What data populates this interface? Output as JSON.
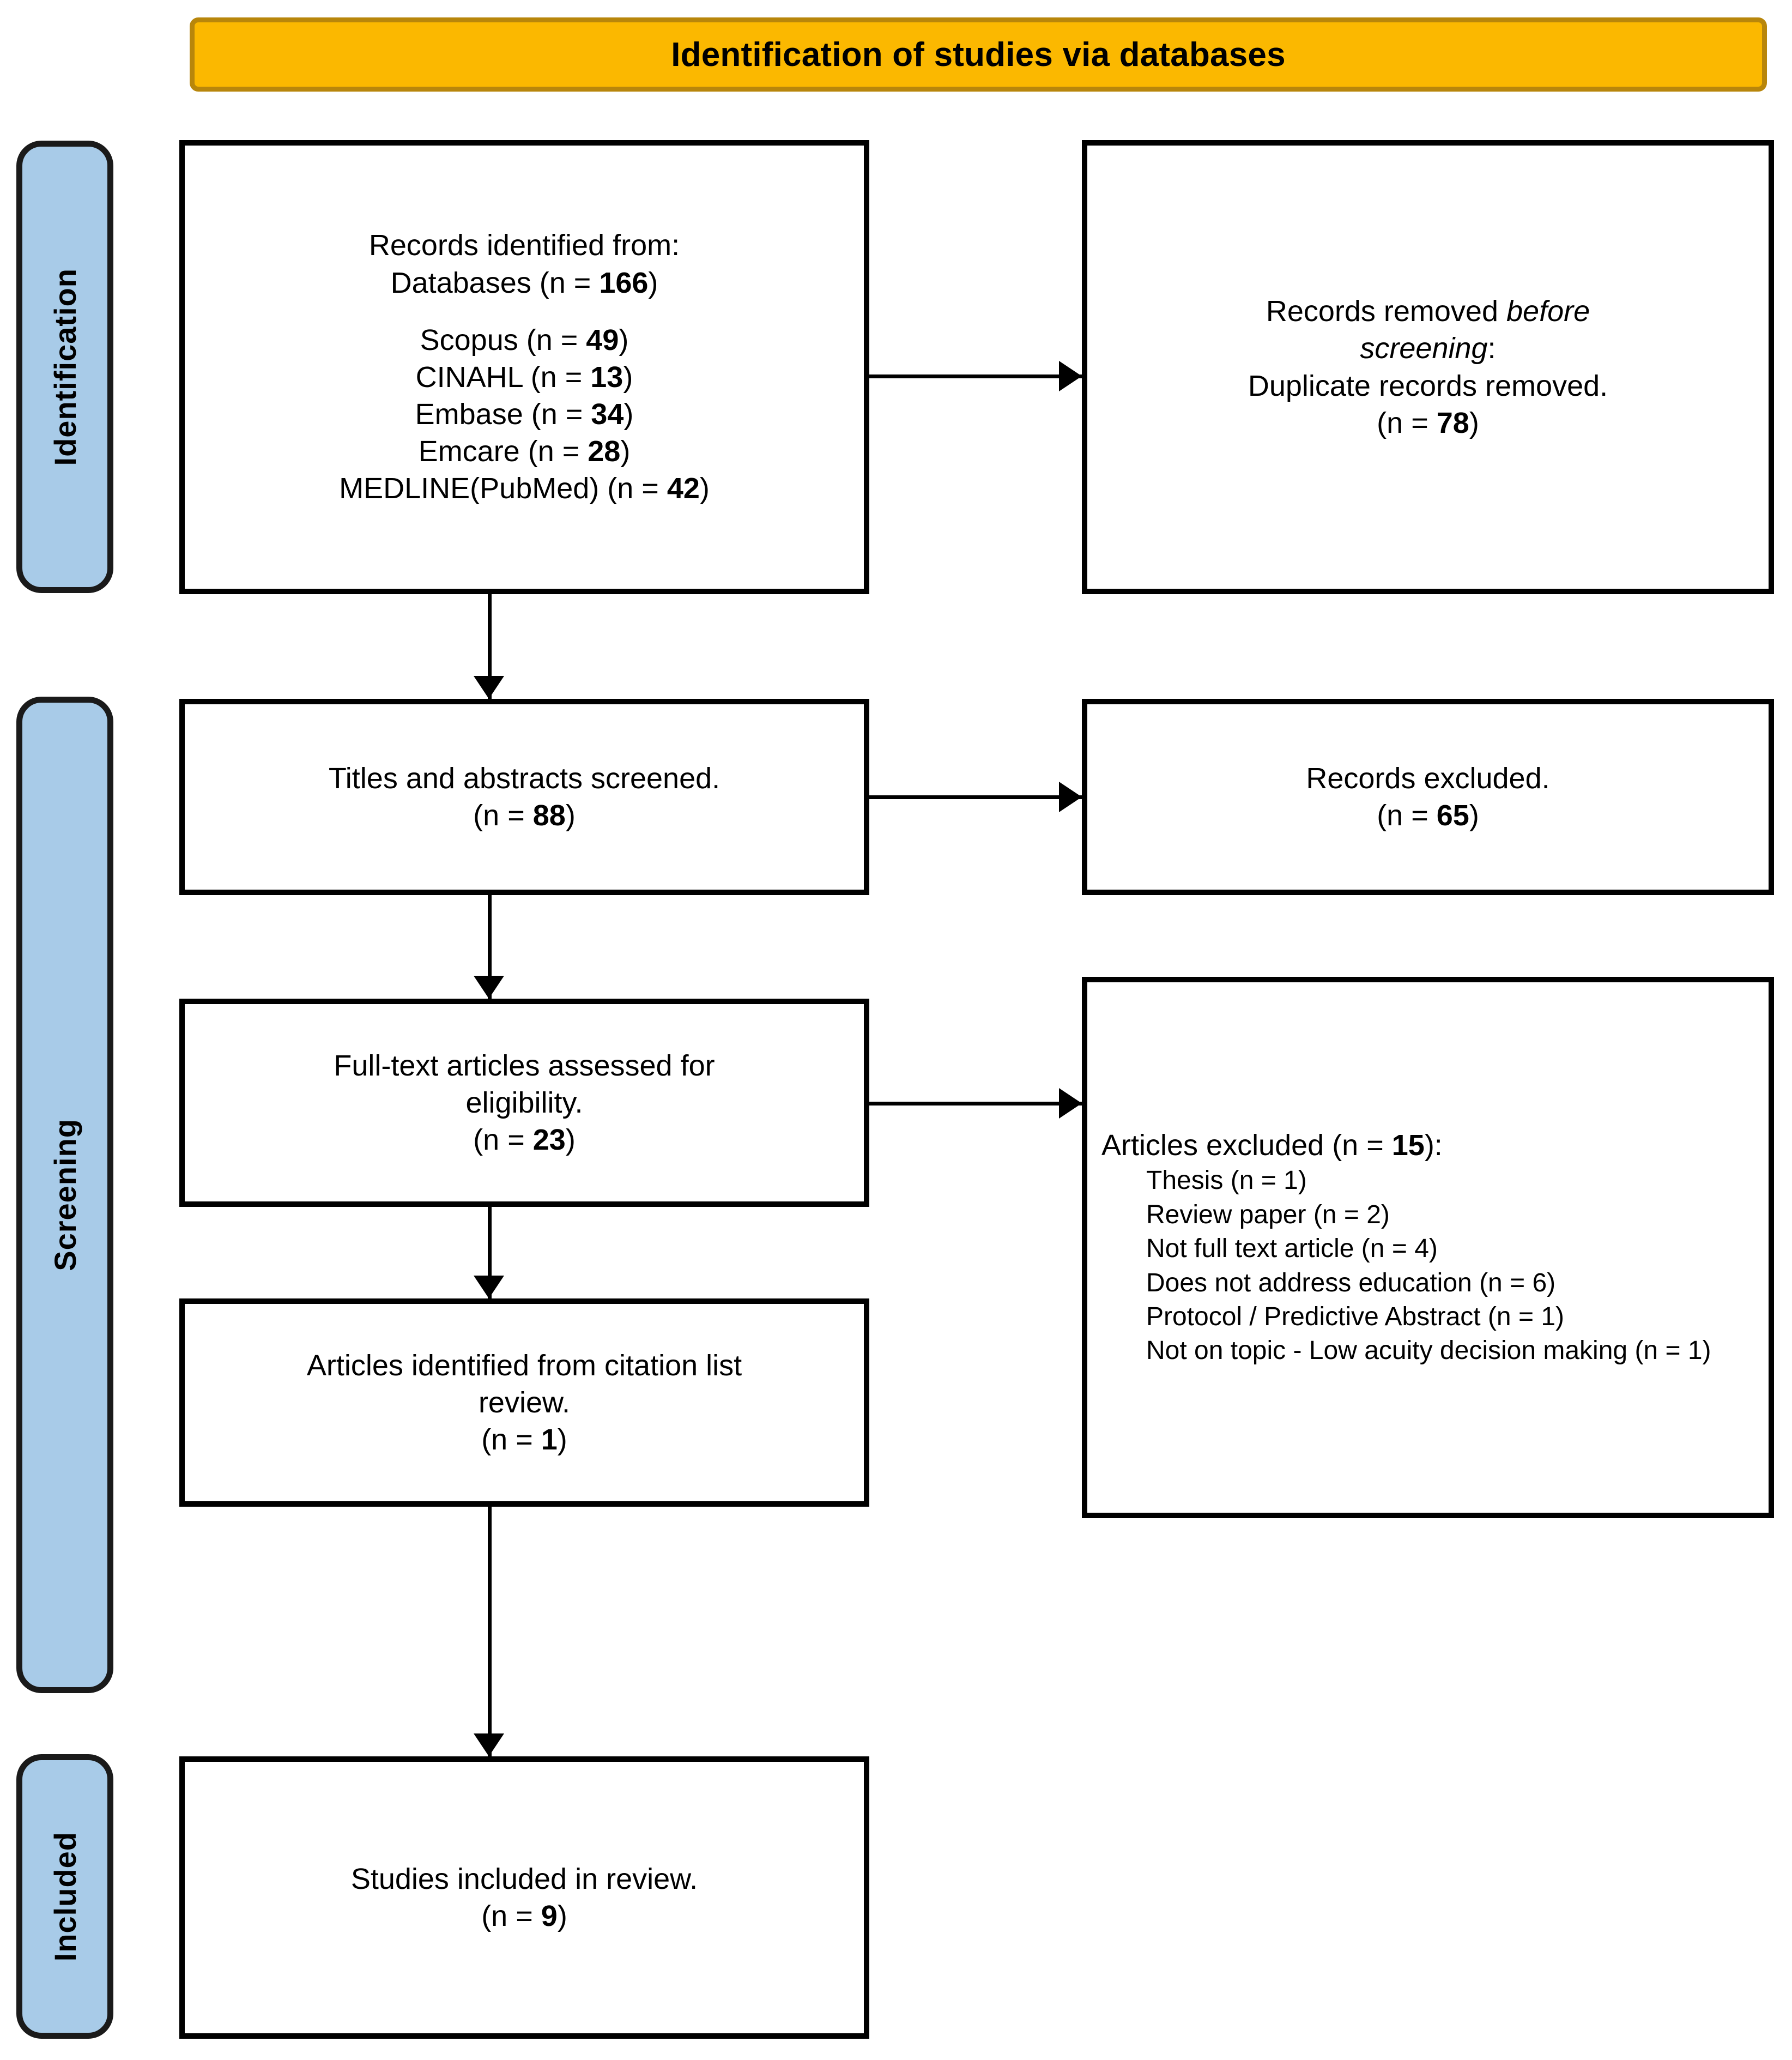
{
  "banner": {
    "title": "Identification of studies via databases"
  },
  "stages": [
    {
      "key": "identification",
      "label": "Identification"
    },
    {
      "key": "screening",
      "label": "Screening"
    },
    {
      "key": "included",
      "label": "Included"
    }
  ],
  "colors": {
    "banner_fill": "#fbb800",
    "banner_border": "#b8860b",
    "stage_fill": "#a8cbe8",
    "stage_border": "#1a1a1a",
    "box_border": "#000000",
    "box_fill": "#ffffff",
    "text": "#000000"
  },
  "boxes": {
    "records_identified": {
      "heading": "Records identified from:",
      "databases_line_prefix": "Databases (n = ",
      "databases_n": "166",
      "databases_line_suffix": ")",
      "sources": [
        {
          "name": "Scopus",
          "prefix": "Scopus (n = ",
          "n": "49",
          "suffix": ")"
        },
        {
          "name": "CINAHL",
          "prefix": "CINAHL (n = ",
          "n": "13",
          "suffix": ")"
        },
        {
          "name": "Embase",
          "prefix": "Embase (n = ",
          "n": "34",
          "suffix": ")"
        },
        {
          "name": "Emcare",
          "prefix": "Emcare (n = ",
          "n": "28",
          "suffix": ")"
        },
        {
          "name": "MEDLINE(PubMed)",
          "prefix": "MEDLINE(PubMed) (n = ",
          "n": "42",
          "suffix": ")"
        }
      ]
    },
    "records_removed": {
      "line1_plain": "Records removed ",
      "line1_italic": "before",
      "line2_italic": "screening",
      "line2_plain": ":",
      "line3": "Duplicate records removed.",
      "count_prefix": "(n = ",
      "count_n": "78",
      "count_suffix": ")"
    },
    "titles_screened": {
      "line1": "Titles and abstracts screened.",
      "count_prefix": "(n = ",
      "count_n": "88",
      "count_suffix": ")"
    },
    "records_excluded": {
      "line1": "Records excluded.",
      "count_prefix": "(n = ",
      "count_n": "65",
      "count_suffix": ")"
    },
    "fulltext_assessed": {
      "line1": "Full-text articles assessed for",
      "line2": "eligibility.",
      "count_prefix": "(n = ",
      "count_n": "23",
      "count_suffix": ")"
    },
    "articles_excluded": {
      "heading_prefix": "Articles excluded (n = ",
      "heading_n": "15",
      "heading_suffix": "):",
      "reasons": [
        "Thesis (n = 1)",
        "Review paper (n = 2)",
        "Not full text article (n = 4)",
        "Does not address education (n = 6)",
        "Protocol / Predictive Abstract (n = 1)",
        "Not on topic - Low acuity decision making (n = 1)"
      ]
    },
    "citation_review": {
      "line1": "Articles identified from citation list",
      "line2": "review.",
      "count_prefix": "(n = ",
      "count_n": "1",
      "count_suffix": ")"
    },
    "studies_included": {
      "line1": "Studies included in review.",
      "count_prefix": "(n = ",
      "count_n": "9",
      "count_suffix": ")"
    }
  }
}
